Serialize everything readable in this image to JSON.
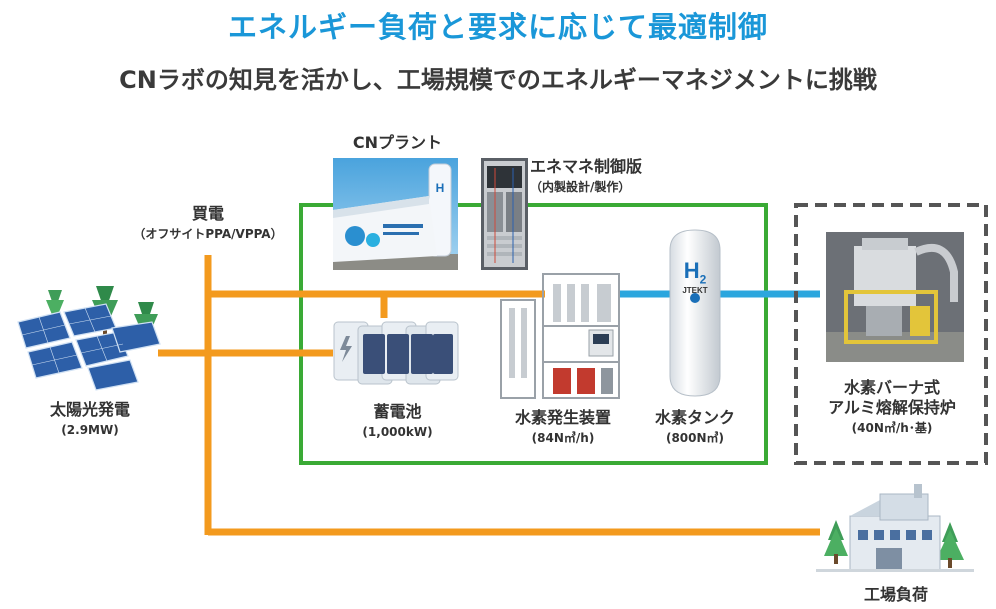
{
  "title": "エネルギー負荷と要求に応じて最適制御",
  "subtitle": "CNラボの知見を活かし、工場規模でのエネルギーマネジメントに挑戦",
  "nodes": {
    "buy_power": {
      "label": "買電",
      "sub": "（オフサイトPPA/VPPA）"
    },
    "cn_plant": {
      "label": "CNプラント"
    },
    "control_panel": {
      "label": "エネマネ制御版",
      "sub": "（内製設計/製作）"
    },
    "solar": {
      "label": "太陽光発電",
      "sub": "(2.9MW)"
    },
    "battery": {
      "label": "蓄電池",
      "sub": "(1,000kW)"
    },
    "electrolyzer": {
      "label": "水素発生装置",
      "sub": "(84N㎥/h)"
    },
    "tank": {
      "label": "水素タンク",
      "sub": "(800N㎥)"
    },
    "furnace": {
      "label": "水素バーナ式",
      "label2": "アルミ熔解保持炉",
      "sub": "(40N㎥/h･基)"
    },
    "factory": {
      "label": "工場負荷"
    }
  },
  "tank_text": {
    "h2": "H",
    "h2_sub": "2",
    "brand": "JTEKT"
  },
  "colors": {
    "title": "#1a97d8",
    "power_line": "#f39a1e",
    "control_line": "#3aaa35",
    "hydrogen_line": "#2ba6de",
    "furnace_border": "#555555"
  }
}
